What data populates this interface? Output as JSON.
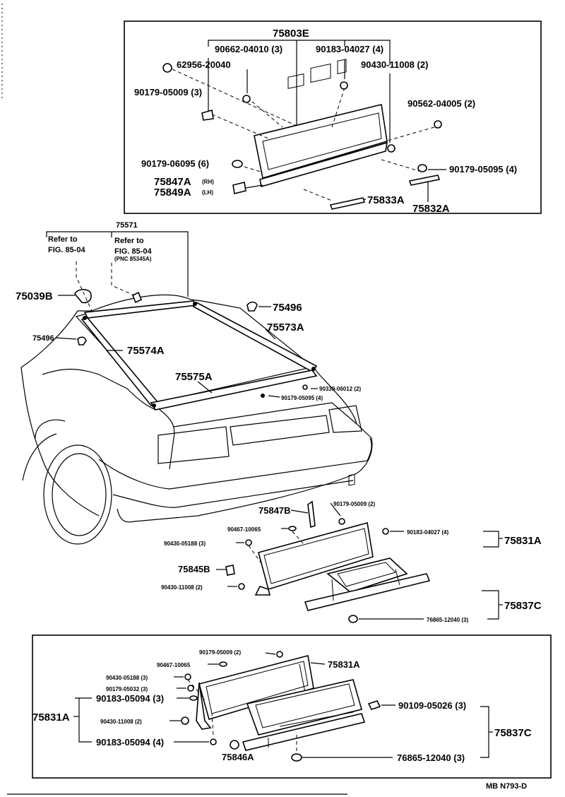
{
  "labels": {
    "p75803E": "75803E",
    "p90662_04010": "90662-04010 (3)",
    "p90183_04027a": "90183-04027 (4)",
    "p62956_20040": "62956-20040",
    "p90430_11008a": "90430-11008 (2)",
    "p90179_05009a": "90179-05009 (3)",
    "p90562_04005": "90562-04005 (2)",
    "p90179_06095": "90179-06095 (6)",
    "p90179_05095a": "90179-05095 (4)",
    "p75847A": "75847A",
    "p75847A_side": "(RH)",
    "p75849A": "75849A",
    "p75849A_side": "(LH)",
    "p75833A": "75833A",
    "p75832A": "75832A",
    "p75571": "75571",
    "refer1a": "Refer to",
    "refer1b": "FIG. 85-04",
    "refer2a": "Refer to",
    "refer2b": "FIG. 85-04",
    "refer2c": "(PNC 85345A)",
    "p75039B": "75039B",
    "p75496a": "75496",
    "p75573A": "75573A",
    "p75496b": "75496",
    "p75574A": "75574A",
    "p75575A": "75575A",
    "p90339_06012": "90339-06012 (2)",
    "p90179_05095b": "90179-05095 (4)",
    "p75847B": "75847B",
    "p90179_05009b": "90179-05009 (2)",
    "p90467_10065a": "90467-10065",
    "p90183_04027b": "90183-04027 (4)",
    "p75831A_a": "75831A",
    "p90430_05188a": "90430-05188 (3)",
    "p75845B": "75845B",
    "p90430_11008b": "90430-11008 (2)",
    "p75837C_a": "75837C",
    "p76865_12040a": "76865-12040 (3)",
    "p90179_05009c": "90179-05009 (2)",
    "p90467_10065b": "90467-10065",
    "p75831A_b": "75831A",
    "p90430_05188b": "90430-05188 (3)",
    "p90179_05032": "90179-05032 (3)",
    "p90183_05094a": "90183-05094 (3)",
    "p75831A_c": "75831A",
    "p90109_05026": "90109-05026 (3)",
    "p90430_11008c": "90430-11008 (2)",
    "p75837C_b": "75837C",
    "p90183_05094b": "90183-05094 (4)",
    "p75846A": "75846A",
    "p76865_12040b": "76865-12040 (3)",
    "footer": "MB  N793-D"
  }
}
